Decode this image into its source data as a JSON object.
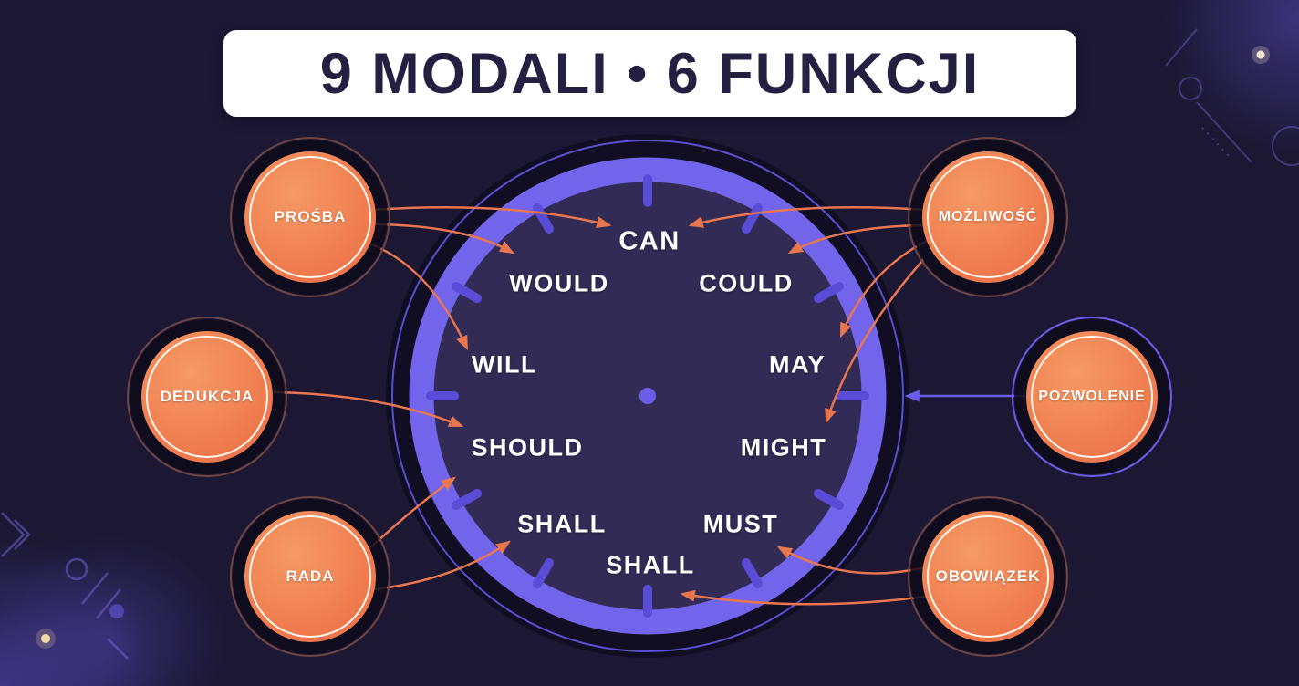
{
  "title": "9 MODALI • 6 FUNKCJI",
  "clock": {
    "modals": [
      {
        "label": "CAN"
      },
      {
        "label": "WOULD"
      },
      {
        "label": "COULD"
      },
      {
        "label": "WILL"
      },
      {
        "label": "MAY"
      },
      {
        "label": "SHOULD"
      },
      {
        "label": "MIGHT"
      },
      {
        "label": "SHALL"
      },
      {
        "label": "MUST"
      },
      {
        "label": "SHALL"
      }
    ]
  },
  "functions": [
    {
      "label": "PROŚBA"
    },
    {
      "label": "MOŻLIWOŚĆ"
    },
    {
      "label": "DEDUKCJA"
    },
    {
      "label": "POZWOLENIE"
    },
    {
      "label": "RADA"
    },
    {
      "label": "OBOWIĄZEK"
    }
  ],
  "connections": [
    {
      "from": "PROŚBA",
      "to": "CAN"
    },
    {
      "from": "PROŚBA",
      "to": "WOULD"
    },
    {
      "from": "PROŚBA",
      "to": "WILL"
    },
    {
      "from": "MOŻLIWOŚĆ",
      "to": "CAN"
    },
    {
      "from": "MOŻLIWOŚĆ",
      "to": "COULD"
    },
    {
      "from": "MOŻLIWOŚĆ",
      "to": "MAY"
    },
    {
      "from": "MOŻLIWOŚĆ",
      "to": "MIGHT"
    },
    {
      "from": "POZWOLENIE",
      "to": "clock-face"
    },
    {
      "from": "DEDUKCJA",
      "to": "SHOULD"
    },
    {
      "from": "RADA",
      "to": "SHOULD"
    },
    {
      "from": "RADA",
      "to": "SHALL"
    },
    {
      "from": "OBOWIĄZEK",
      "to": "MUST"
    },
    {
      "from": "OBOWIĄZEK",
      "to": "SHALL (bottom)"
    }
  ],
  "colors": {
    "background": "#1c1834",
    "clock_rim": "#7265eb",
    "clock_face": "#322b55",
    "tick": "#5a4cd6",
    "orange_circle": "#ef7a4e",
    "orange_arrow": "#e8764f",
    "purple_arrow": "#6c5ce7",
    "banner_bg": "#ffffff",
    "banner_text": "#232042",
    "modal_text": "#ffffff"
  }
}
